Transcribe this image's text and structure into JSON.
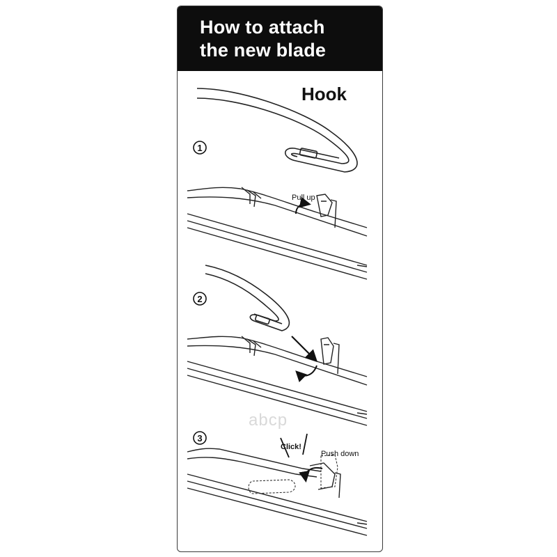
{
  "header": {
    "title_line1": "How to attach",
    "title_line2": "the new blade"
  },
  "hook_label": "Hook",
  "steps": [
    {
      "number": "1",
      "annotation": "Pull up"
    },
    {
      "number": "2"
    },
    {
      "number": "3",
      "annotation_click": "Click!",
      "annotation_push": "Push down"
    }
  ],
  "watermark": "abcp",
  "colors": {
    "header_bg": "#0d0d0d",
    "header_text": "#ffffff",
    "line": "#222222",
    "watermark": "#d9d9d9"
  }
}
